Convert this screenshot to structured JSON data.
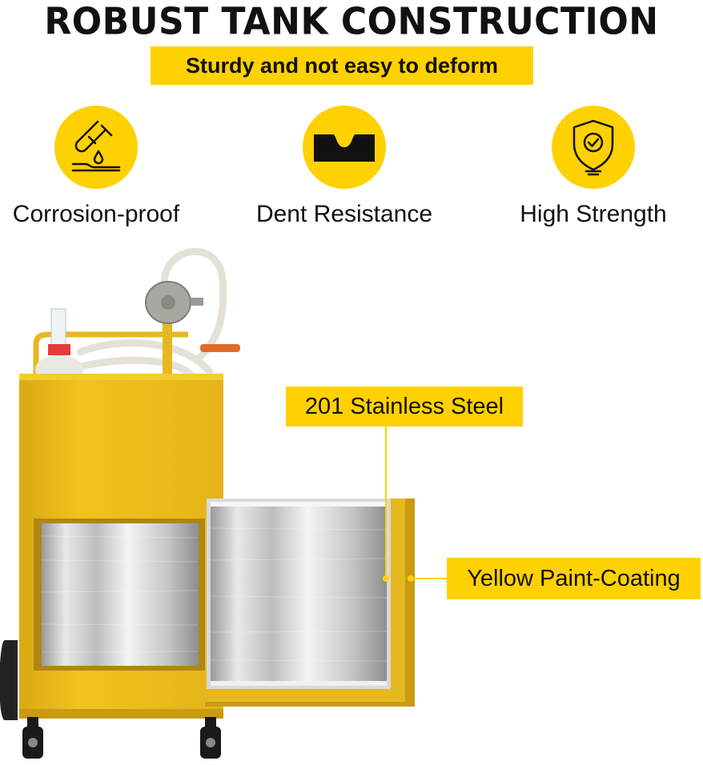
{
  "header": {
    "title": "ROBUST TANK CONSTRUCTION",
    "subtitle": "Sturdy and not easy to deform"
  },
  "features": [
    {
      "icon": "test-tube-drop-icon",
      "label": "Corrosion-proof"
    },
    {
      "icon": "dent-block-icon",
      "label": "Dent Resistance"
    },
    {
      "icon": "shield-check-icon",
      "label": "High Strength"
    }
  ],
  "callouts": {
    "inner_layer": "201 Stainless Steel",
    "outer_layer": "Yellow Paint-Coating"
  },
  "colors": {
    "accent": "#ffd100",
    "tank_yellow": "#e6b81f",
    "text": "#111111"
  }
}
